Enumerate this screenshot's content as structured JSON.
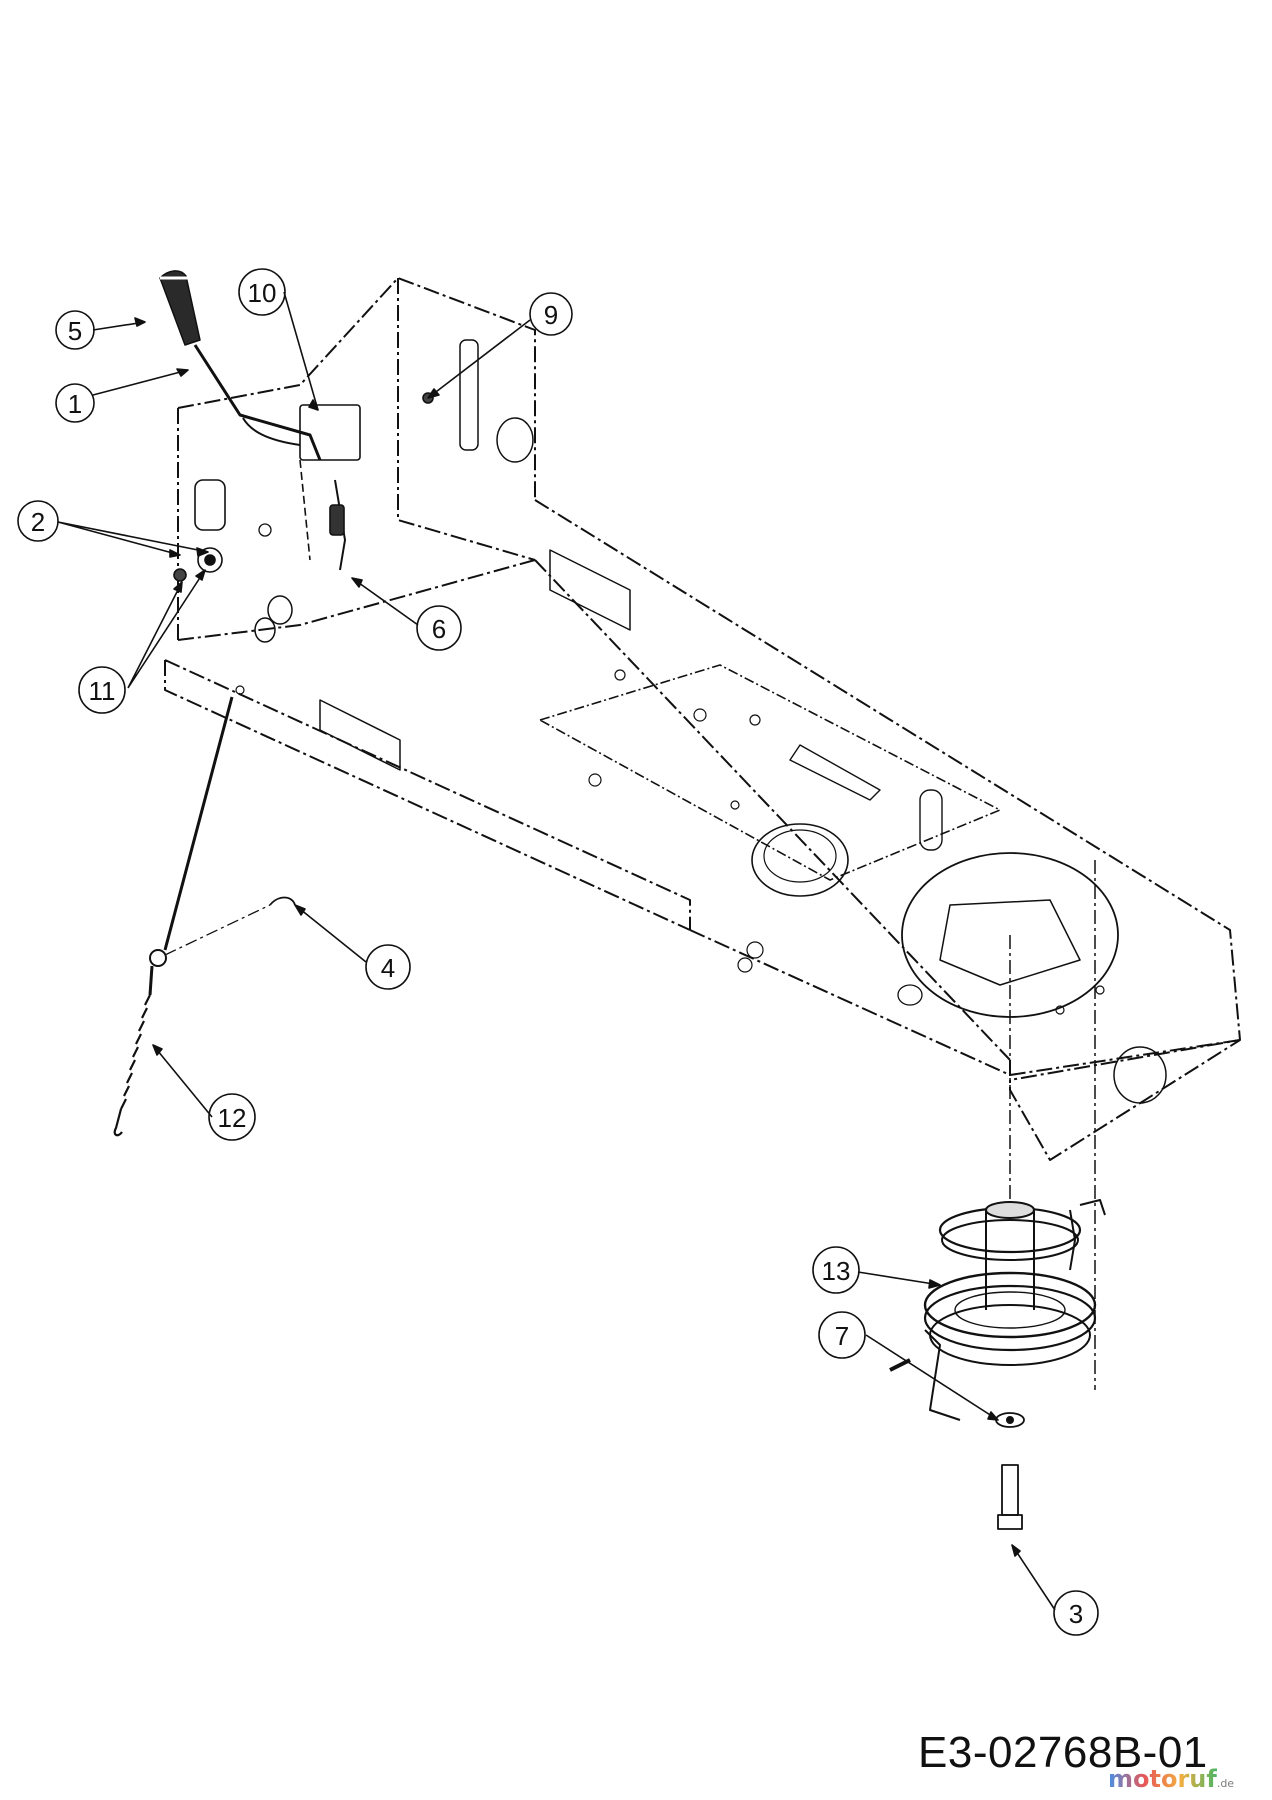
{
  "drawing": {
    "document_code": "E3-02768B-01",
    "watermark": {
      "text": "motoruf",
      "suffix": ".de"
    },
    "callouts": [
      {
        "id": "5"
      },
      {
        "id": "1"
      },
      {
        "id": "10"
      },
      {
        "id": "9"
      },
      {
        "id": "2"
      },
      {
        "id": "6"
      },
      {
        "id": "11"
      },
      {
        "id": "4"
      },
      {
        "id": "12"
      },
      {
        "id": "13"
      },
      {
        "id": "7"
      },
      {
        "id": "3"
      }
    ]
  },
  "colors": {
    "line": "#111111",
    "background": "#ffffff"
  }
}
